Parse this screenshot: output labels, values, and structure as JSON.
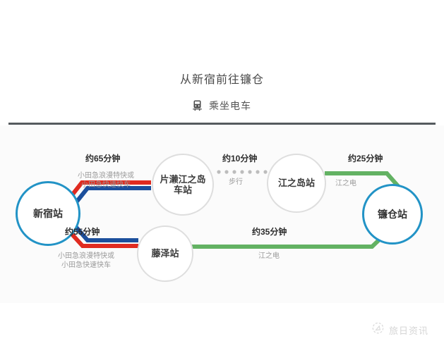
{
  "header": {
    "title": "从新宿前往镰仓",
    "subtitle": "乘坐电车",
    "subtitle_icon": "train-icon"
  },
  "colors": {
    "major_station_ring": "#2293c6",
    "minor_station_ring": "#dedede",
    "odakyu_red": "#e02b20",
    "odakyu_blue": "#1c4f9c",
    "enoden_green": "#63b263",
    "walk_dot": "#bcbcbc",
    "divider": "#555a5e",
    "time_label": "#2c2c2c",
    "sub_label": "#9a9a9a"
  },
  "diagram": {
    "stations": [
      {
        "id": "shinjuku",
        "name": "新宿站",
        "type": "major"
      },
      {
        "id": "katase",
        "name": "片濑江之岛\n车站",
        "name_line1": "片濑江之岛",
        "name_line2": "车站",
        "type": "minor"
      },
      {
        "id": "enoshima",
        "name": "江之岛站",
        "type": "minor"
      },
      {
        "id": "fujisawa",
        "name": "藤泽站",
        "type": "minor"
      },
      {
        "id": "kamakura",
        "name": "镰仓站",
        "type": "major"
      }
    ],
    "segments": [
      {
        "id": "shinjuku-katase",
        "from": "新宿站",
        "to": "片濑江之岛车站",
        "time": "约65分钟",
        "mode_line1": "小田急浪漫特快或",
        "mode_line2": "小田急快速快车",
        "style": "red-blue-pair"
      },
      {
        "id": "katase-enoshima",
        "from": "片濑江之岛车站",
        "to": "江之岛站",
        "time": "约10分钟",
        "mode_line1": "步行",
        "mode_line2": "",
        "style": "dotted-walk"
      },
      {
        "id": "enoshima-kamakura",
        "from": "江之岛站",
        "to": "镰仓站",
        "time": "约25分钟",
        "mode_line1": "江之电",
        "mode_line2": "",
        "style": "green"
      },
      {
        "id": "shinjuku-fujisawa",
        "from": "新宿站",
        "to": "藤泽站",
        "time": "约55分钟",
        "mode_line1": "小田急浪漫特快或",
        "mode_line2": "小田急快速快车",
        "style": "blue-red-pair"
      },
      {
        "id": "fujisawa-kamakura",
        "from": "藤泽站",
        "to": "镰仓站",
        "time": "约35分钟",
        "mode_line1": "江之电",
        "mode_line2": "",
        "style": "green"
      }
    ]
  },
  "watermark": {
    "text": "旅日资讯",
    "icon": "compass-logo-icon"
  }
}
